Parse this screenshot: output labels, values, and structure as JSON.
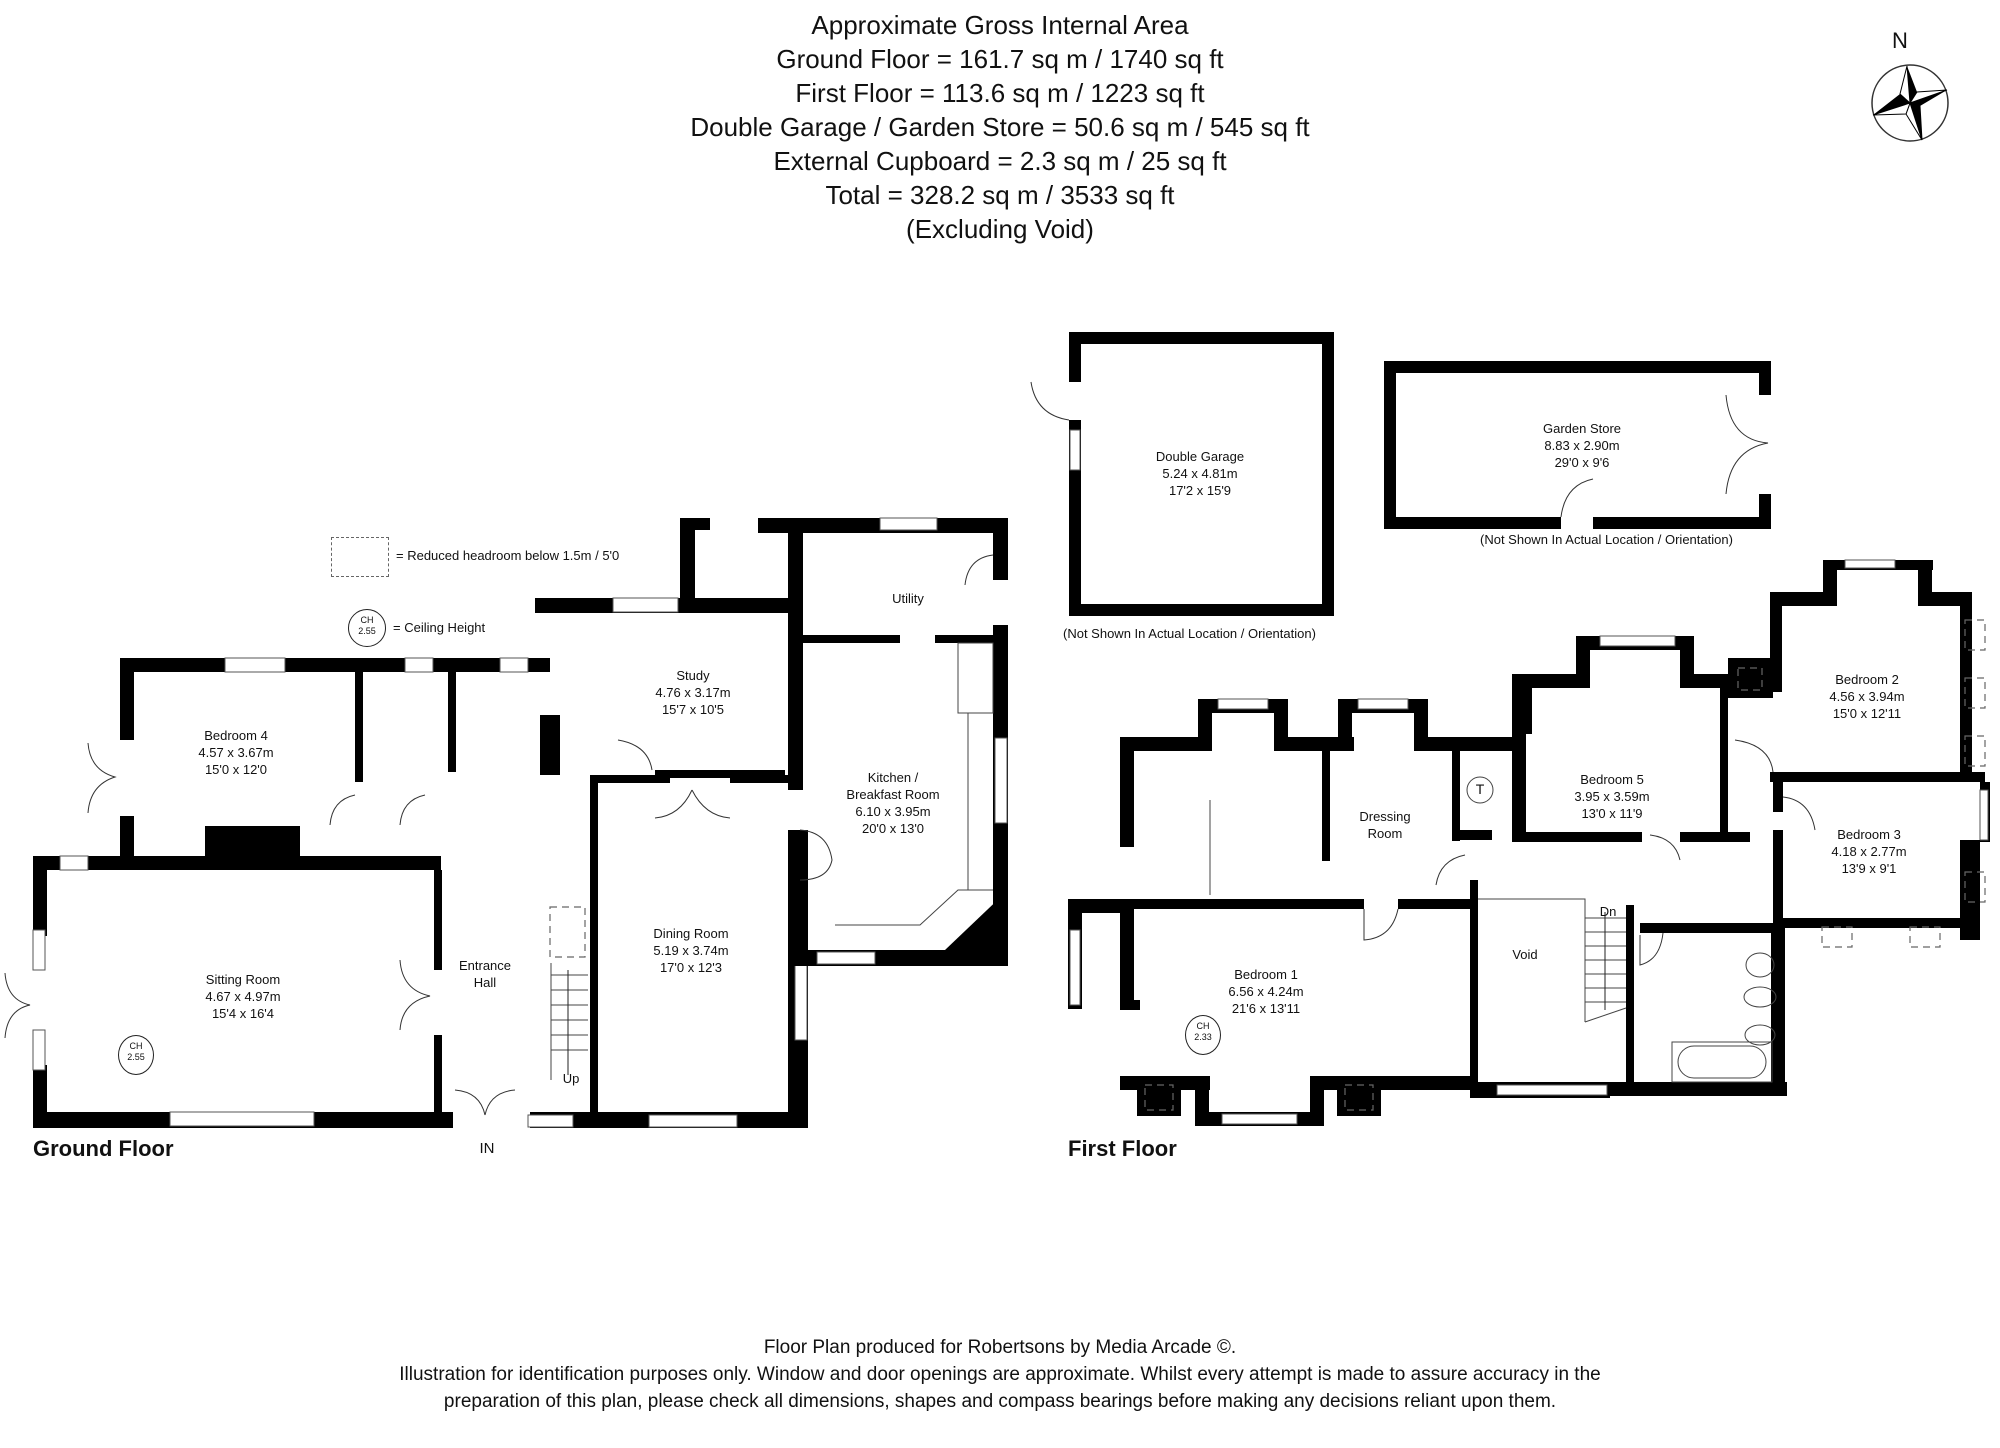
{
  "header": {
    "title": "Approximate Gross Internal Area",
    "lines": [
      "Ground Floor = 161.7 sq m / 1740 sq ft",
      "First Floor = 113.6 sq m / 1223 sq ft",
      "Double Garage / Garden Store = 50.6 sq m / 545 sq ft",
      "External Cupboard = 2.3 sq m / 25 sq ft",
      "Total = 328.2 sq m / 3533 sq ft",
      "(Excluding Void)"
    ]
  },
  "compass": {
    "label": "N",
    "icon": "compass-rose-icon"
  },
  "legend": {
    "reduced_headroom": "= Reduced headroom below 1.5m / 5'0",
    "ceiling_height": "= Ceiling Height",
    "ch_label": "CH",
    "ch_value": "2.55"
  },
  "ground_floor": {
    "title": "Ground Floor",
    "entrance_label": "IN",
    "stairs_label": "Up",
    "rooms": {
      "bedroom4": {
        "name": "Bedroom 4",
        "metric": "4.57 x 3.67m",
        "imperial": "15'0 x 12'0"
      },
      "study": {
        "name": "Study",
        "metric": "4.76 x 3.17m",
        "imperial": "15'7 x 10'5"
      },
      "utility": {
        "name": "Utility"
      },
      "kitchen": {
        "name": "Kitchen /",
        "name2": "Breakfast Room",
        "metric": "6.10 x 3.95m",
        "imperial": "20'0 x 13'0"
      },
      "sitting": {
        "name": "Sitting Room",
        "metric": "4.67 x 4.97m",
        "imperial": "15'4 x 16'4",
        "ch_label": "CH",
        "ch_value": "2.55"
      },
      "hall": {
        "name": "Entrance",
        "name2": "Hall"
      },
      "dining": {
        "name": "Dining Room",
        "metric": "5.19 x 3.74m",
        "imperial": "17'0 x 12'3"
      }
    }
  },
  "outbuildings": {
    "garage": {
      "name": "Double Garage",
      "metric": "5.24 x 4.81m",
      "imperial": "17'2 x 15'9",
      "note": "(Not Shown In Actual Location / Orientation)"
    },
    "garden_store": {
      "name": "Garden Store",
      "metric": "8.83 x 2.90m",
      "imperial": "29'0 x 9'6",
      "note": "(Not Shown In Actual Location / Orientation)"
    }
  },
  "first_floor": {
    "title": "First Floor",
    "stairs_label": "Dn",
    "tank_label": "T",
    "rooms": {
      "bedroom1": {
        "name": "Bedroom 1",
        "metric": "6.56 x 4.24m",
        "imperial": "21'6 x 13'11",
        "ch_label": "CH",
        "ch_value": "2.33"
      },
      "dressing": {
        "name": "Dressing",
        "name2": "Room"
      },
      "bedroom5": {
        "name": "Bedroom 5",
        "metric": "3.95 x 3.59m",
        "imperial": "13'0 x 11'9"
      },
      "bedroom2": {
        "name": "Bedroom 2",
        "metric": "4.56 x 3.94m",
        "imperial": "15'0 x 12'11"
      },
      "bedroom3": {
        "name": "Bedroom 3",
        "metric": "4.18 x 2.77m",
        "imperial": "13'9 x 9'1"
      },
      "void": {
        "name": "Void"
      }
    }
  },
  "footer": {
    "credit": "Floor Plan produced for Robertsons by Media Arcade ©.",
    "disclaimer1": "Illustration for identification purposes only. Window and door openings are approximate. Whilst every attempt is made to assure accuracy in the",
    "disclaimer2": "preparation of this plan, please check all dimensions, shapes and compass bearings before making any decisions reliant upon them."
  }
}
